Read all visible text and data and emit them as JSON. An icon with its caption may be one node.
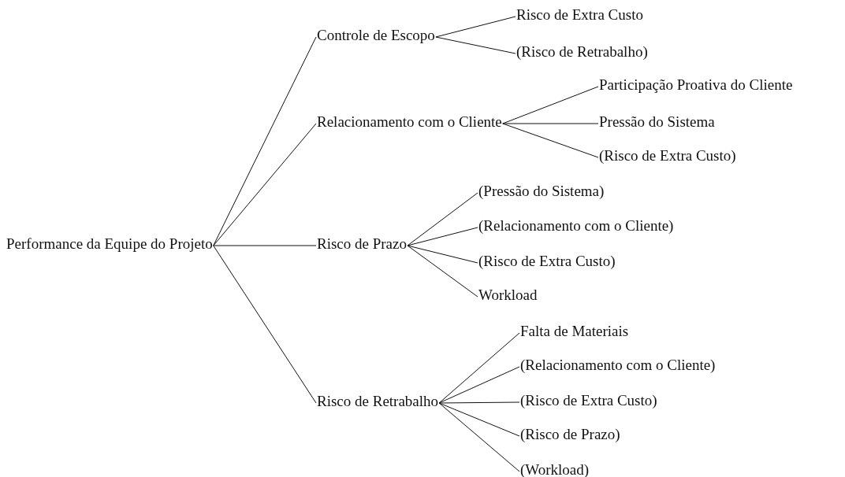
{
  "diagram": {
    "nodes": [
      {
        "text": [
          "Performance da Equipe do Projeto"
        ]
      },
      {
        "text": [
          "Controle de Escopo"
        ]
      },
      {
        "text": [
          "Risco de Extra Custo"
        ]
      },
      {
        "text": [
          "(Risco de Retrabalho)"
        ]
      },
      {
        "text": [
          "Relacionamento com o Cliente"
        ]
      },
      {
        "text": [
          "Participação Proativa do Cliente"
        ]
      },
      {
        "text": [
          "Pressão do Sistema"
        ]
      },
      {
        "text": [
          "(Risco de Extra Custo)"
        ]
      },
      {
        "text": [
          "Risco de Prazo"
        ]
      },
      {
        "text": [
          "(Pressão do Sistema)"
        ]
      },
      {
        "text": [
          "(Relacionamento com o Cliente)"
        ]
      },
      {
        "text": [
          "(Risco de Extra Custo)"
        ]
      },
      {
        "text": [
          "Workload"
        ]
      },
      {
        "text": [
          "Risco de Retrabalho"
        ]
      },
      {
        "text": [
          "Falta de Materiais"
        ]
      },
      {
        "text": [
          "(Relacionamento com o Cliente)"
        ]
      },
      {
        "text": [
          "(Risco de Extra Custo)"
        ]
      },
      {
        "text": [
          "(Risco de Prazo)"
        ]
      },
      {
        "text": [
          "(Workload)"
        ]
      }
    ],
    "edges": [
      {
        "from": 0,
        "to": 1,
        "arrow": "none"
      },
      {
        "from": 0,
        "to": 4,
        "arrow": "none"
      },
      {
        "from": 0,
        "to": 8,
        "arrow": "none"
      },
      {
        "from": 0,
        "to": 13,
        "arrow": "none"
      },
      {
        "from": 1,
        "to": 2,
        "arrow": "none"
      },
      {
        "from": 1,
        "to": 3,
        "arrow": "none"
      },
      {
        "from": 4,
        "to": 5,
        "arrow": "none"
      },
      {
        "from": 4,
        "to": 6,
        "arrow": "none"
      },
      {
        "from": 4,
        "to": 7,
        "arrow": "none"
      },
      {
        "from": 8,
        "to": 9,
        "arrow": "none"
      },
      {
        "from": 8,
        "to": 10,
        "arrow": "none"
      },
      {
        "from": 8,
        "to": 11,
        "arrow": "none"
      },
      {
        "from": 8,
        "to": 12,
        "arrow": "none"
      },
      {
        "from": 13,
        "to": 14,
        "arrow": "none"
      },
      {
        "from": 13,
        "to": 15,
        "arrow": "none"
      },
      {
        "from": 13,
        "to": 16,
        "arrow": "none"
      },
      {
        "from": 13,
        "to": 17,
        "arrow": "none"
      },
      {
        "from": 13,
        "to": 18,
        "arrow": "none"
      }
    ]
  }
}
